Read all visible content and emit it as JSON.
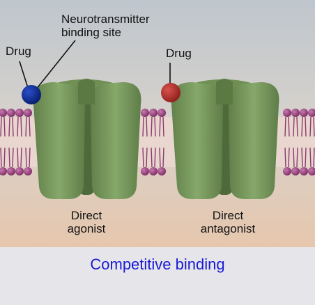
{
  "labels": {
    "neurotransmitter_site_line1": "Neurotransmitter",
    "neurotransmitter_site_line2": "binding site",
    "drug_left": "Drug",
    "drug_right": "Drug",
    "direct_agonist_line1": "Direct",
    "direct_agonist_line2": "agonist",
    "direct_antagonist_line1": "Direct",
    "direct_antagonist_line2": "antagonist"
  },
  "caption": "Competitive binding",
  "colors": {
    "receptor": "#7a9a5e",
    "agonist_drug": "#0b2a8c",
    "antagonist_drug": "#b3302c",
    "lipid_head": "#9b3f7d",
    "caption": "#1a1ad6"
  }
}
